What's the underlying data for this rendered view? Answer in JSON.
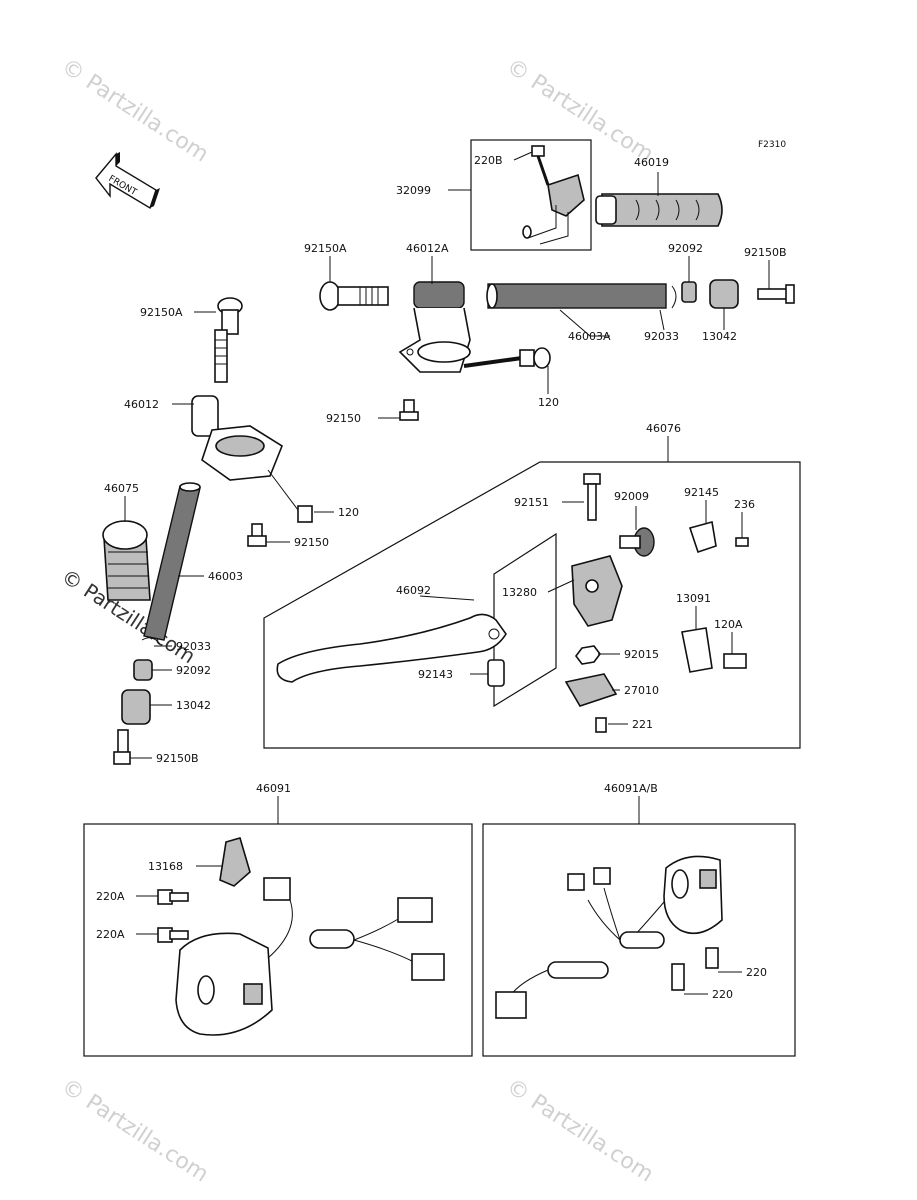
{
  "diagram": {
    "code": "F2310",
    "front_arrow_text": "FRONT"
  },
  "watermarks": [
    "© Partzilla.com",
    "© Partzilla.com",
    "© Partzilla.com",
    "© Partzilla.com",
    "© Partzilla.com"
  ],
  "labels": {
    "p32099": "32099",
    "p220B": "220B",
    "p46019": "46019",
    "p92150A_top": "92150A",
    "p46012A": "46012A",
    "p92092_top": "92092",
    "p92150B_top": "92150B",
    "p46003A": "46003A",
    "p92033_top": "92033",
    "p13042_top": "13042",
    "p120_top": "120",
    "p92150_top": "92150",
    "p92150A_left": "92150A",
    "p46012": "46012",
    "p120_left": "120",
    "p92150_left": "92150",
    "p46075": "46075",
    "p46003": "46003",
    "p92033_left": "92033",
    "p92092_left": "92092",
    "p13042_left": "13042",
    "p92150B_left": "92150B",
    "p46076": "46076",
    "p92151": "92151",
    "p92009": "92009",
    "p92145": "92145",
    "p236": "236",
    "p46092": "46092",
    "p13280": "13280",
    "p13091": "13091",
    "p120A": "120A",
    "p92015": "92015",
    "p92143": "92143",
    "p27010": "27010",
    "p221": "221",
    "p46091": "46091",
    "p46091AB": "46091A/B",
    "p13168": "13168",
    "p220A_1": "220A",
    "p220A_2": "220A",
    "p220_1": "220",
    "p220_2": "220"
  }
}
